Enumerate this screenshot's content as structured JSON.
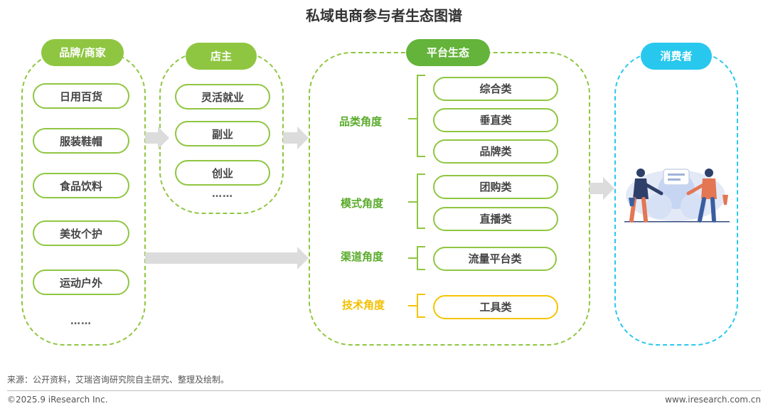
{
  "title": "私域电商参与者生态图谱",
  "brand": {
    "header": "品牌/商家",
    "items": [
      "日用百货",
      "服装鞋帽",
      "食品饮料",
      "美妆个护",
      "运动户外"
    ],
    "more": "……"
  },
  "shop": {
    "header": "店主",
    "items": [
      "灵活就业",
      "副业",
      "创业"
    ],
    "more": "……"
  },
  "platform": {
    "header": "平台生态",
    "category_angle": "品类角度",
    "category_items": [
      "综合类",
      "垂直类",
      "品牌类"
    ],
    "mode_angle": "模式角度",
    "mode_items": [
      "团购类",
      "直播类"
    ],
    "channel_angle": "渠道角度",
    "channel_items": [
      "流量平台类"
    ],
    "tech_angle": "技术角度",
    "tech_items": [
      "工具类"
    ]
  },
  "consumer": {
    "header": "消费者"
  },
  "footer": {
    "source": "来源：公开资料，艾瑞咨询研究院自主研究、整理及绘制。",
    "copyright": "©2025.9 iResearch Inc.",
    "website": "www.iresearch.com.cn"
  },
  "colors": {
    "green": "#8fc641",
    "dark_green": "#64b33a",
    "blue": "#28c8ee",
    "gold": "#f5c400",
    "arrow": "#dcdcdc"
  }
}
